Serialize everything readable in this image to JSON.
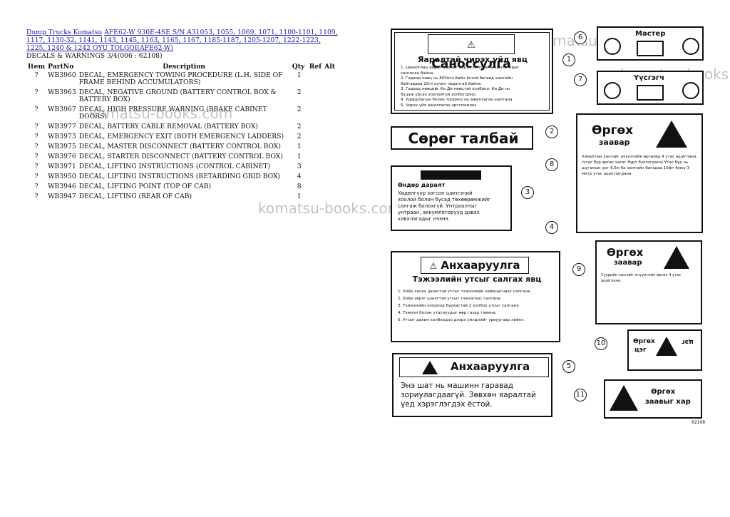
{
  "breadcrumb": {
    "link1": "Dump Trucks Komatsu",
    "link2": "AFE62-W 930E-4SE S/N A31053, 1055, 1069, 1071, 1100-1101, 1109, 1117, 1130-32, 1141, 1143, 1145, 1163, 1165, 1167, 1185-1187, 1205-1207, 1222-1223, 1225, 1240 & 1242 OYU TOLGOI(AFE62-W)"
  },
  "subtitle": "DECALS & WARNINGS 3/4(006 : 62108)",
  "table": {
    "headers": [
      "Item",
      "PartNo",
      "Description",
      "Qty",
      "Ref",
      "Alt"
    ],
    "rows": [
      {
        "item": "?",
        "part": "WB3960",
        "desc": "DECAL, EMERGENCY TOWING PROCEDURE (L.H. SIDE OF FRAME BEHIND ACCUMULATORS)",
        "qty": "1"
      },
      {
        "item": "?",
        "part": "WB3963",
        "desc": "DECAL, NEGATIVE GROUND (BATTERY CONTROL BOX & BATTERY BOX)",
        "qty": "2"
      },
      {
        "item": "?",
        "part": "WB3967",
        "desc": "DECAL, HIGH PRESSURE WARNING (BRAKE CABINET DOORS)",
        "qty": "2"
      },
      {
        "item": "?",
        "part": "WB3977",
        "desc": "DECAL, BATTERY CABLE REMOVAL (BATTERY BOX)",
        "qty": "2"
      },
      {
        "item": "?",
        "part": "WB3973",
        "desc": "DECAL, EMERGENCY EXIT (BOTH EMERGENCY LADDERS)",
        "qty": "2"
      },
      {
        "item": "?",
        "part": "WB3975",
        "desc": "DECAL, MASTER DISCONNECT (BATTERY CONTROL BOX)",
        "qty": "1"
      },
      {
        "item": "?",
        "part": "WB3976",
        "desc": "DECAL, STARTER DISCONNECT (BATTERY CONTROL BOX)",
        "qty": "1"
      },
      {
        "item": "?",
        "part": "WB3971",
        "desc": "DECAL, LIFTING INSTRUCTIONS (CONTROL CABINET)",
        "qty": "3"
      },
      {
        "item": "?",
        "part": "WB3950",
        "desc": "DECAL, LIFTING INSTRUCTIONS (RETARDING GRID BOX)",
        "qty": "4"
      },
      {
        "item": "?",
        "part": "WB3946",
        "desc": "DECAL, LIFTING POINT (TOP OF CAB)",
        "qty": "8"
      },
      {
        "item": "?",
        "part": "WB3947",
        "desc": "DECAL, LIFTING (REAR OF CAB)",
        "qty": "1"
      }
    ]
  },
  "watermarks": [
    "komatsu-books.com",
    "komatsu-books.com",
    "komatsu-books.com",
    "komatsu-books.com"
  ],
  "decals": {
    "d1_title": "Санoccулга",
    "d1_sub": "Яаралтай чирэх үйл явц",
    "d1_lines": [
      "1. Цахилгаан хөдөлгүүрийг бүрэн зогсоон аккумляторыг",
      "салгасан байна.",
      "2. Гадаад нөөц нь 800псн байн ёстой бөгөөд хамгийн",
      "байгаадаа 20гэ хүчин чадалтай байна.",
      "3. Гадаад нөөцийг Ки Ди нөөцтэй холбоно. Ки Ди нь",
      "буцаж урсах хоолойтой холбогдоно.",
      "4. Удирдлагын болон тоормоз нь ажиллагаа шалгана",
      "5. Чирэх үйл ажиллагаа үргэлжилнэ"
    ],
    "d2": "Сөрөг талбай",
    "d3_hdr": "Өндөр даралт",
    "d3_lines": [
      "Хөдөлгүүр зогсон шингэний",
      "хоолой болон бусад төхөөрөмжийг",
      "салгаж болохгүй. Унтраалтыг",
      "унтраан, аккумляторууд дэвэх",
      "хавхлагадыг нээнэ."
    ],
    "d4_title": "Анхааруулга",
    "d4_sub": "Тэжээлийн утсыг салгах явц",
    "d4_lines": [
      "1. Хоёр хасах цэнэгтэй утсыг тэжээлийн хайрцагнаас салгана.",
      "2. Хоёр эерэг цэнэгтэй утсыг тэжээлээс салгана.",
      "3. Тэжээлийн хооронд бурхастай 2 холбох утсыг салгана",
      "4. Тэжээл болон утаснуудыг өөр газар тавина.",
      "5. Утсыг дахин холбохдоо дээрх үйлдлийг урвуугаар хийнэ."
    ],
    "d5_title": "Анхааруулга",
    "d5_lines": [
      "Энэ шат нь машинн гаравад",
      "зориулагдаагүй. Зөвхөн яаралтай",
      "үед хэрэглэгдэх ёстой."
    ],
    "d6": "Мастер",
    "d7": "Үүсгэгч",
    "d8_title": "Өргөх",
    "d8_sub": "заавар",
    "d8_text": "Хяналтын хасгийг ачуулгийн өргөхөд 4 утас ашиглана. (утас бүр өргөх хасаг бүрт бэхлэгдэнэ) Утас бүр нь шугамын урт 6,5м ба хамгийн багадаа 10фт буюу 3 метр утас ашиглагдана.",
    "d9_title": "Өргөх",
    "d9_sub": "заавар",
    "d9_text": "Суурийн хасгийг ачуулгийн өргөх 4 утас ашиглана.",
    "d10_a": "Өргөх",
    "d10_b": "цэг",
    "d11_a": "Өргөх",
    "d11_b": "заавыг хар",
    "callouts": [
      "1",
      "2",
      "3",
      "4",
      "5",
      "6",
      "7",
      "8",
      "9",
      "10",
      "11"
    ],
    "figure_code": "62108"
  }
}
